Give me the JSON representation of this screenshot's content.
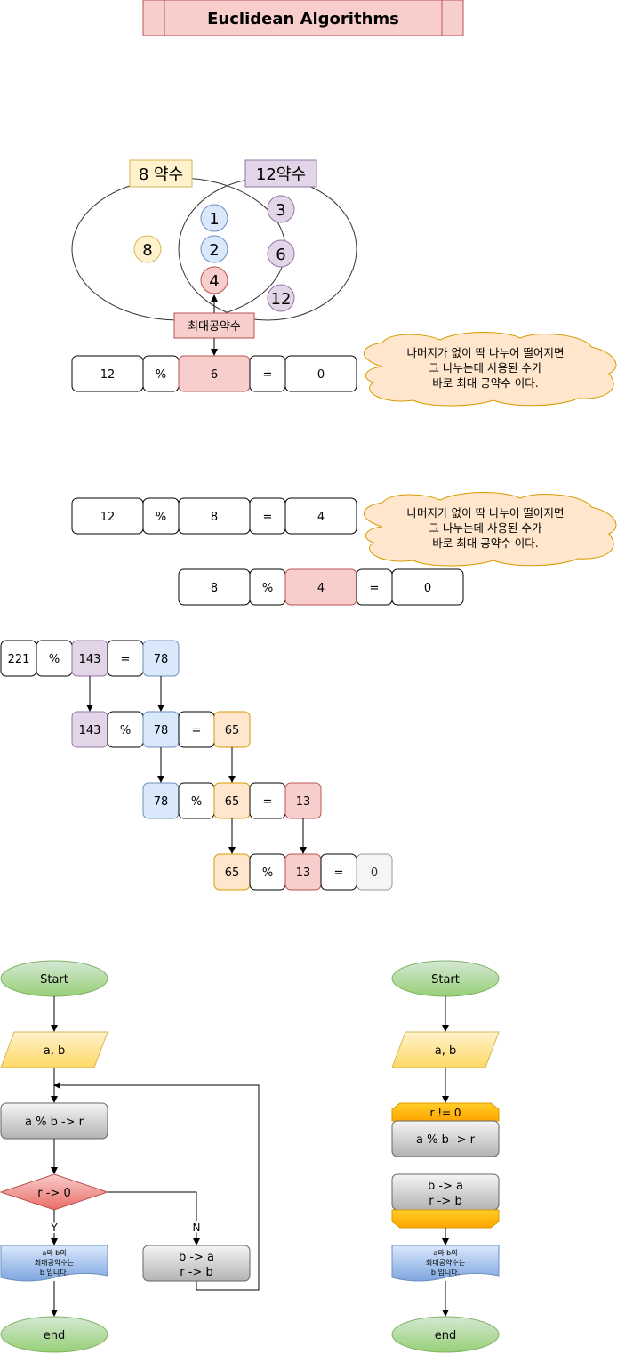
{
  "title": "Euclidean Algorithms",
  "venn": {
    "label_a": "8 약수",
    "label_b": "12약수",
    "only_a": [
      "8"
    ],
    "common": [
      "1",
      "2",
      "4"
    ],
    "only_b": [
      "3",
      "6",
      "12"
    ],
    "gcd_label": "최대공약수"
  },
  "eq1": [
    "12",
    "%",
    "6",
    "=",
    "0"
  ],
  "cloud1": [
    "나머지가 없이 딱 나누어 떨어지면",
    "그 나누는데 사용된 수가",
    "바로 최대 공약수 이다."
  ],
  "eq2": [
    "12",
    "%",
    "8",
    "=",
    "4"
  ],
  "cloud2": [
    "나머지가 없이 딱 나누어 떨어지면",
    "그 나누는데 사용된 수가",
    "바로 최대 공약수 이다."
  ],
  "eq3": [
    "8",
    "%",
    "4",
    "=",
    "0"
  ],
  "chain": [
    [
      "221",
      "%",
      "143",
      "=",
      "78"
    ],
    [
      "143",
      "%",
      "78",
      "=",
      "65"
    ],
    [
      "78",
      "%",
      "65",
      "=",
      "13"
    ],
    [
      "65",
      "%",
      "13",
      "=",
      "0"
    ]
  ],
  "flow_left": {
    "start": "Start",
    "input": "a, b",
    "op": "a % b -> r",
    "cond": "r -> 0",
    "yes": "Y",
    "no": "N",
    "swap": [
      "b -> a",
      "r -> b"
    ],
    "output": [
      "a와 b의",
      "최대공약수는",
      "b 입니다."
    ],
    "end": "end"
  },
  "flow_right": {
    "start": "Start",
    "input": "a, b",
    "loop_top": "r  != 0",
    "op": "a % b -> r",
    "swap": [
      "b -> a",
      "r -> b"
    ],
    "output": [
      "a와 b의",
      "최대공약수는",
      "b 입니다."
    ],
    "end": "end"
  },
  "colors": {
    "red_fill": "#f8cecc",
    "red_stroke": "#b85450",
    "yellow_fill": "#fff2cc",
    "yellow_stroke": "#d6b656",
    "purple_fill": "#e1d5e7",
    "purple_stroke": "#9673a6",
    "blue_fill": "#dae8fc",
    "blue_stroke": "#6c8ebf",
    "orange_fill": "#ffe6cc",
    "orange_stroke": "#d79b00",
    "green_fill": "#d5e8d4",
    "green_stroke": "#82b366",
    "gray_fill": "#f5f5f5",
    "gray_stroke": "#999999",
    "loop_fill": "#ffcd28"
  }
}
